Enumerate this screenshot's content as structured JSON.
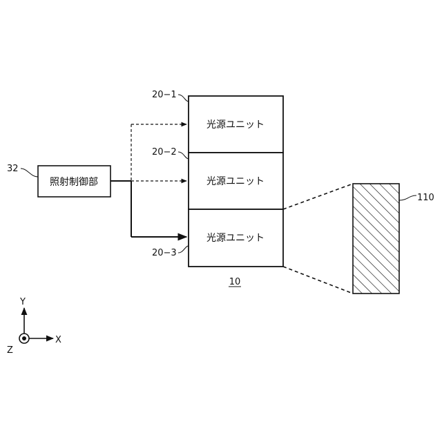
{
  "controller": {
    "ref": "32",
    "label": "照射制御部"
  },
  "units": [
    {
      "ref": "20−1",
      "label": "光源ユニット"
    },
    {
      "ref": "20−2",
      "label": "光源ユニット"
    },
    {
      "ref": "20−3",
      "label": "光源ユニット"
    }
  ],
  "assembly_ref": "10",
  "target_ref": "110",
  "axes": {
    "y": "Y",
    "x": "X",
    "z": "Z"
  }
}
